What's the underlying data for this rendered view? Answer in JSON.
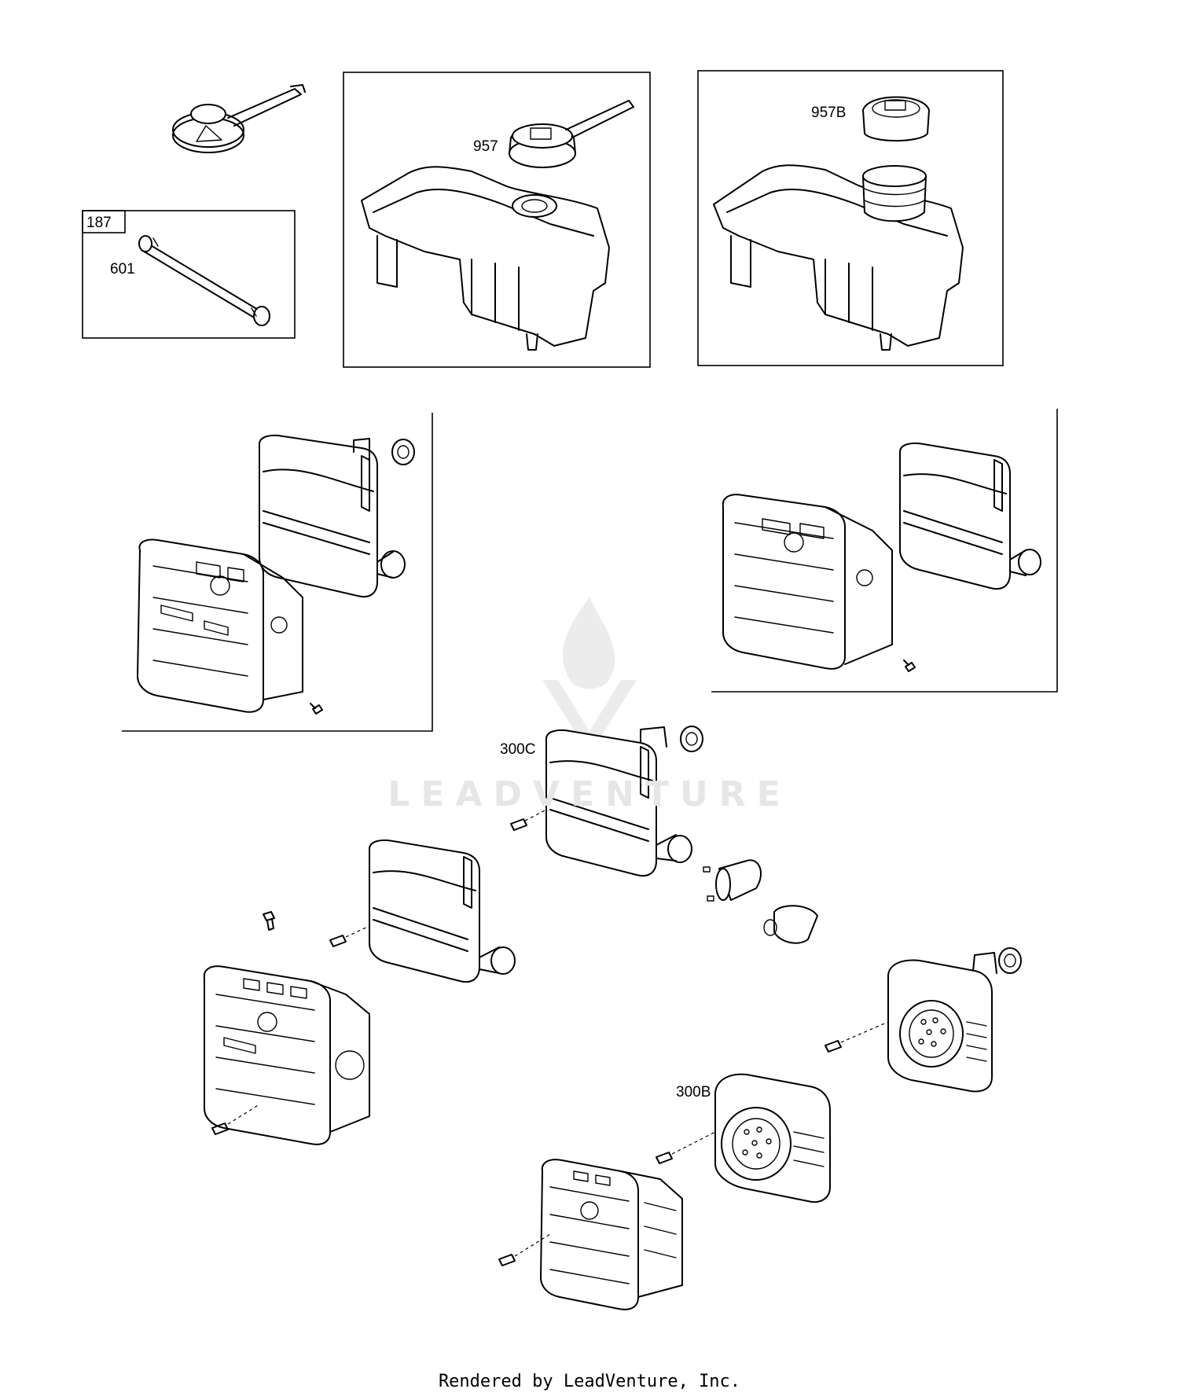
{
  "diagram": {
    "callouts": {
      "kit_187": "187",
      "hose_601": "601",
      "tank_957": "957",
      "tank_957b": "957B",
      "muffler_300c": "300C",
      "muffler_300b": "300B"
    },
    "watermark": {
      "text": "LEADVENTURE"
    },
    "footer": "Rendered by LeadVenture, Inc."
  }
}
